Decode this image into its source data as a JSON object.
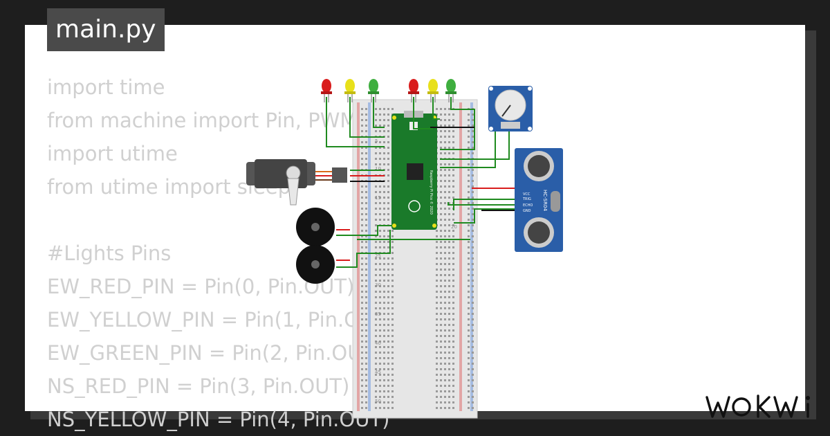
{
  "file_tab": {
    "label": "main.py"
  },
  "code_lines": [
    "import time",
    "from machine import Pin, PWM",
    "import utime",
    "from utime import sleep",
    "",
    "#Lights Pins",
    "EW_RED_PIN = Pin(0, Pin.OUT)",
    "EW_YELLOW_PIN = Pin(1, Pin.OUT)",
    "EW_GREEN_PIN = Pin(2, Pin.OUT)",
    "NS_RED_PIN = Pin(3, Pin.OUT)",
    "NS_YELLOW_PIN = Pin(4, Pin.OUT)"
  ],
  "breadboard": {
    "row_labels": [
      "5",
      "10",
      "15",
      "20",
      "25",
      "30",
      "35",
      "40",
      "45",
      "50"
    ]
  },
  "pico": {
    "label": "Raspberry Pi Pico © 2020"
  },
  "ultrasonic": {
    "model": "HC-SR04",
    "pins": [
      "VCC",
      "TRIG",
      "ECHO",
      "GND"
    ]
  },
  "leds": [
    "red",
    "yellow",
    "green",
    "red",
    "yellow",
    "green"
  ],
  "colors": {
    "led_red": "#d91c1c",
    "led_yellow": "#e8e01a",
    "led_green": "#3fae3f",
    "wire_green": "#1f8a1f",
    "pico_green": "#1a7a2a",
    "sensor_blue": "#2a5ea8",
    "code_text": "#d0d0d0"
  },
  "brand": {
    "logo_text": "WOKWI"
  }
}
